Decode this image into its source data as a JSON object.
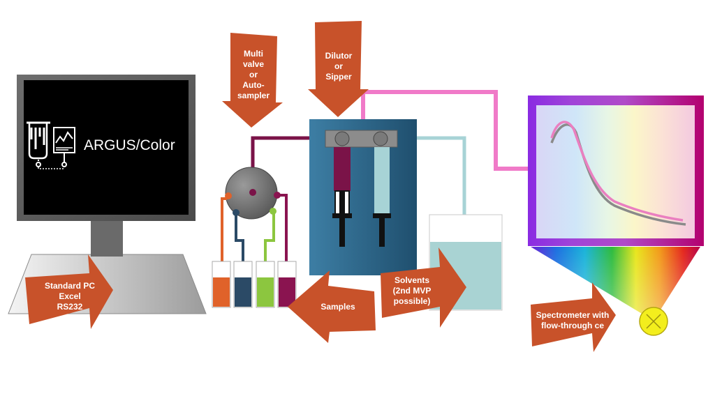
{
  "app": {
    "name": "ARGUS/Color"
  },
  "labels": {
    "pc": "Standard PC\nExcel\nRS232",
    "multivalve": "Multi\nvalve\nor\nAuto-\nsampler",
    "dilutor": "Dilutor\nor\nSipper",
    "samples": "Samples",
    "solvents": "Solvents\n(2nd MVP\npossible)",
    "spectrometer": "Spectrometer with\nflow-through ce"
  },
  "colors": {
    "arrow": "#c8522a",
    "pump_body": "#2f6b8e",
    "tube_pink": "#f07ac8",
    "tube_maroon": "#7a1348",
    "tube_teal": "#a7d3d6",
    "sample_orange": "#e0622a",
    "sample_navy": "#2b4a66",
    "sample_green": "#8cc63f",
    "sample_maroon": "#8a1450",
    "solvent": "#a9d3d3",
    "lamp": "#f3ee1d",
    "spectrum_curve_a": "#ea7fc0",
    "spectrum_curve_b": "#8a8a8a"
  },
  "icons": [
    "beaker-icon",
    "chart-icon"
  ]
}
